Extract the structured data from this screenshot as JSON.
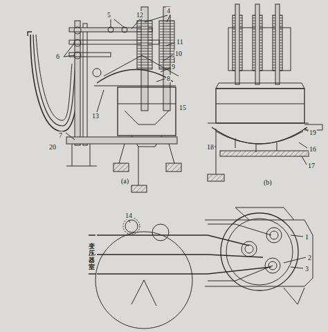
{
  "diagram": {
    "labels": [
      "5",
      "12",
      "4",
      "6",
      "11",
      "10",
      "9",
      "8",
      "13",
      "15",
      "7",
      "20",
      "(a)",
      "(b)",
      "19",
      "16",
      "17",
      "18",
      "14",
      "1",
      "2",
      "3",
      "变压器室"
    ]
  }
}
